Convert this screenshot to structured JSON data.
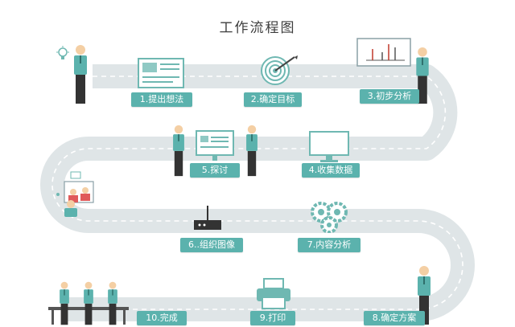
{
  "title": "工作流程图",
  "steps": [
    {
      "label": "1.提出想法",
      "icon": "document-icon"
    },
    {
      "label": "2.确定目标",
      "icon": "target-icon"
    },
    {
      "label": "3.初步分析",
      "icon": "chart-board-icon"
    },
    {
      "label": "4.收集数据",
      "icon": "monitor-icon"
    },
    {
      "label": "5.探讨",
      "icon": "presentation-screen-icon"
    },
    {
      "label": "6..组织图像",
      "icon": "router-icon"
    },
    {
      "label": "7.内容分析",
      "icon": "gears-icon"
    },
    {
      "label": "8.确定方案",
      "icon": "gears-icon"
    },
    {
      "label": "9.打印",
      "icon": "printer-icon"
    },
    {
      "label": "10.完成",
      "icon": "team-desk-icon"
    }
  ],
  "colors": {
    "road": "#dfe5e7",
    "road_line": "#ffffff",
    "label_bg": "#5bb2ad",
    "shirt": "#5bb2ad",
    "pants": "#333333",
    "skin": "#f4cfa4",
    "icon_stroke": "#6fb8b2"
  }
}
